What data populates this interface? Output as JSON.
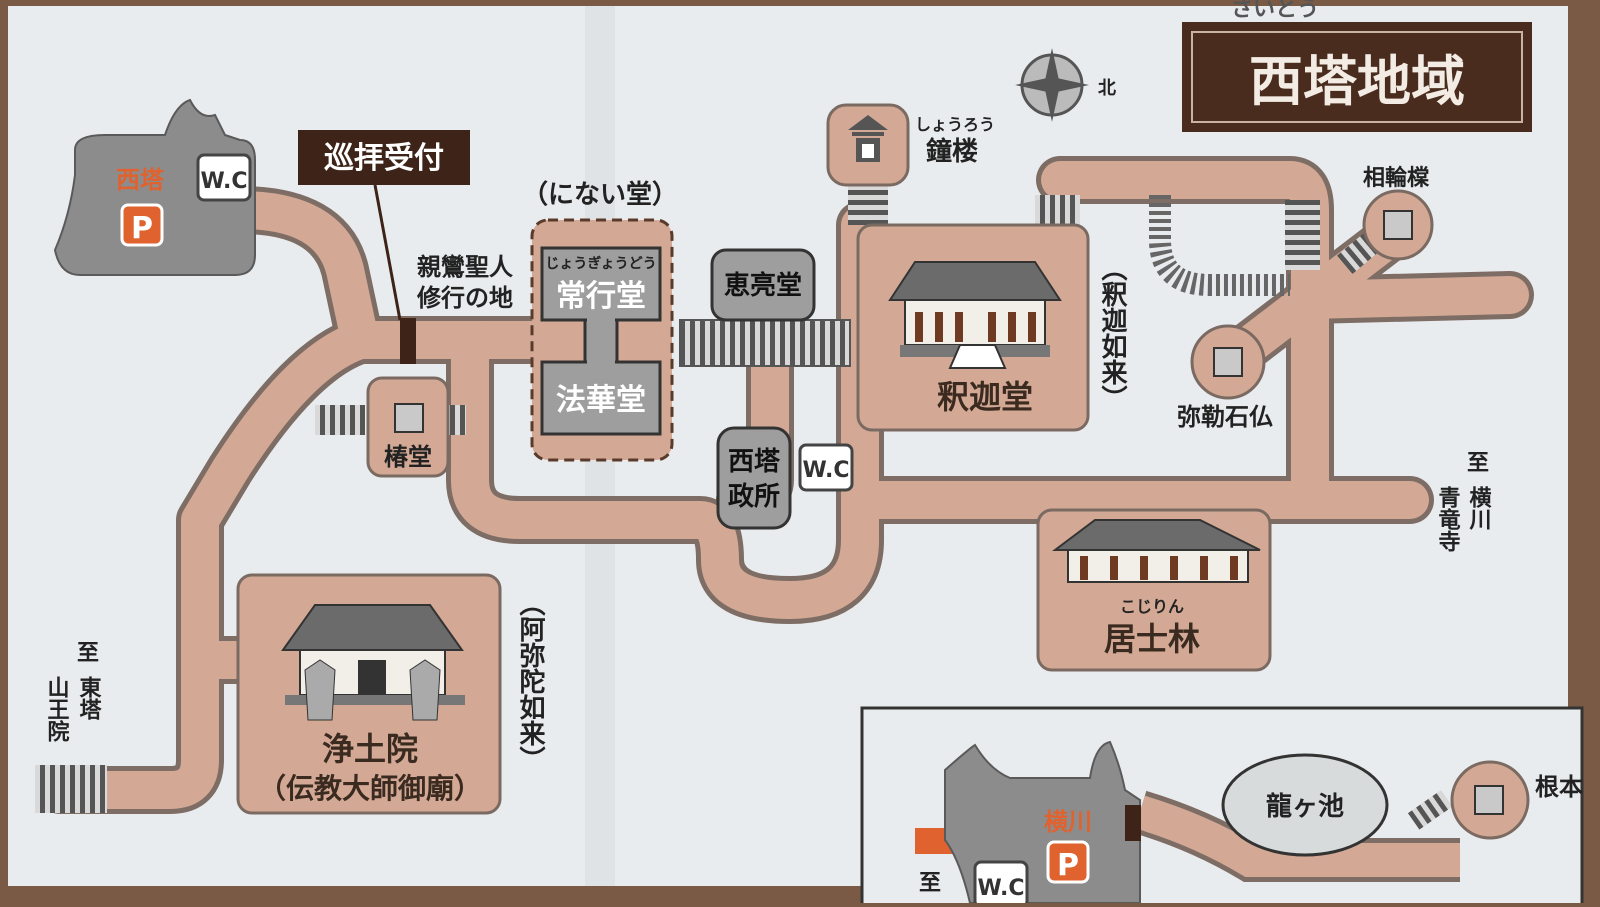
{
  "title": "西塔地域",
  "title_ruby": "さいとう",
  "compass_label": "北",
  "reception_label": "巡拝受付",
  "parking_west": {
    "name": "西塔",
    "p": "P",
    "wc": "W.C"
  },
  "parking_yokawa": {
    "name": "横川",
    "p": "P",
    "wc": "W.C"
  },
  "shinran_label": {
    "line1": "親鸞聖人",
    "line2": "修行の地"
  },
  "ninaido_label": "（にない堂）",
  "jogyodo": {
    "ruby": "じょうぎょうどう",
    "name": "常行堂"
  },
  "hokkedo": "法華堂",
  "eryodo": "恵亮堂",
  "tsubakido": "椿堂",
  "saito_office": {
    "line1": "西塔",
    "line2": "政所"
  },
  "wc_center": "W.C",
  "shoro": {
    "ruby": "しょうろう",
    "name": "鐘楼"
  },
  "shakado": "釈迦堂",
  "shaka_nyorai": "（釈迦如来）",
  "sorinto": "相輪橖",
  "miroku": "弥勒石仏",
  "kojirin": {
    "ruby": "こじりん",
    "name": "居士林"
  },
  "jodoin": {
    "name": "浄土院",
    "sub": "（伝教大師御廟）"
  },
  "amida_nyorai": "（阿弥陀如来）",
  "to_yokawa": {
    "to": "至",
    "line1": "横川",
    "line2": "青竜寺"
  },
  "to_toto": {
    "to": "至",
    "line1": "東塔",
    "line2": "山王院"
  },
  "ryugaike": "龍ヶ池",
  "ne_label": "根本",
  "to_bottom": "至",
  "colors": {
    "paper": "#e8ebec",
    "road": "#d2a994",
    "road_edge": "#7d6a62",
    "building": "#8f8f8f",
    "dark_brown": "#3e2418",
    "accent_orange": "#e0622e"
  }
}
